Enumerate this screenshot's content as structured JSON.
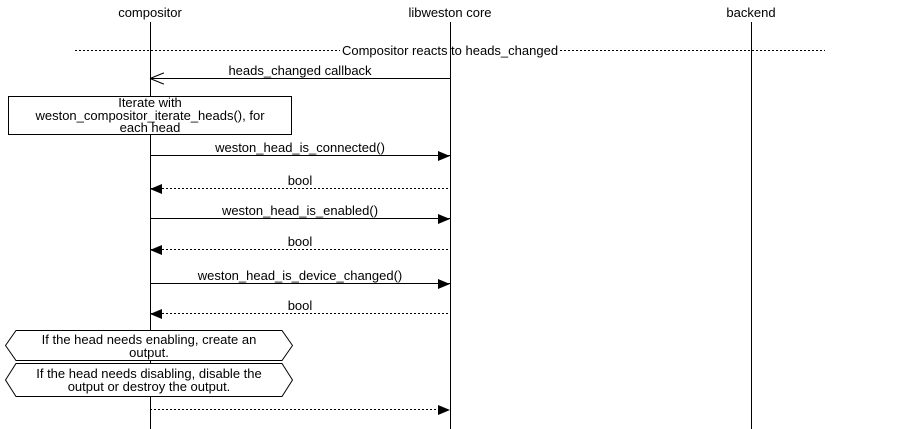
{
  "diagram": {
    "actors": [
      {
        "id": "compositor",
        "label": "compositor"
      },
      {
        "id": "libweston-core",
        "label": "libweston core"
      },
      {
        "id": "backend",
        "label": "backend"
      }
    ],
    "divider": {
      "label": "Compositor reacts to heads_changed"
    },
    "messages": [
      {
        "label": "heads_changed callback",
        "from": "libweston core",
        "to": "compositor",
        "line": "solid",
        "arrowhead": "open"
      },
      {
        "label": "weston_head_is_connected()",
        "from": "compositor",
        "to": "libweston core",
        "line": "solid",
        "arrowhead": "filled"
      },
      {
        "label": "bool",
        "from": "libweston core",
        "to": "compositor",
        "line": "dotted",
        "arrowhead": "filled"
      },
      {
        "label": "weston_head_is_enabled()",
        "from": "compositor",
        "to": "libweston core",
        "line": "solid",
        "arrowhead": "filled"
      },
      {
        "label": "bool",
        "from": "libweston core",
        "to": "compositor",
        "line": "dotted",
        "arrowhead": "filled"
      },
      {
        "label": "weston_head_is_device_changed()",
        "from": "compositor",
        "to": "libweston core",
        "line": "solid",
        "arrowhead": "filled"
      },
      {
        "label": "bool",
        "from": "libweston core",
        "to": "compositor",
        "line": "dotted",
        "arrowhead": "filled"
      },
      {
        "label": "",
        "from": "compositor",
        "to": "libweston core",
        "line": "dotted",
        "arrowhead": "filled"
      }
    ],
    "notes": {
      "iterate": {
        "lines": [
          "Iterate with",
          "weston_compositor_iterate_heads(), for",
          "each head"
        ]
      },
      "enable": {
        "lines": [
          "If the head needs enabling, create an",
          "output."
        ]
      },
      "disable": {
        "lines": [
          "If the head needs disabling, disable the",
          "output or destroy the output."
        ]
      }
    },
    "colors": {
      "line": "#000000",
      "background": "#ffffff",
      "text": "#000000"
    }
  }
}
